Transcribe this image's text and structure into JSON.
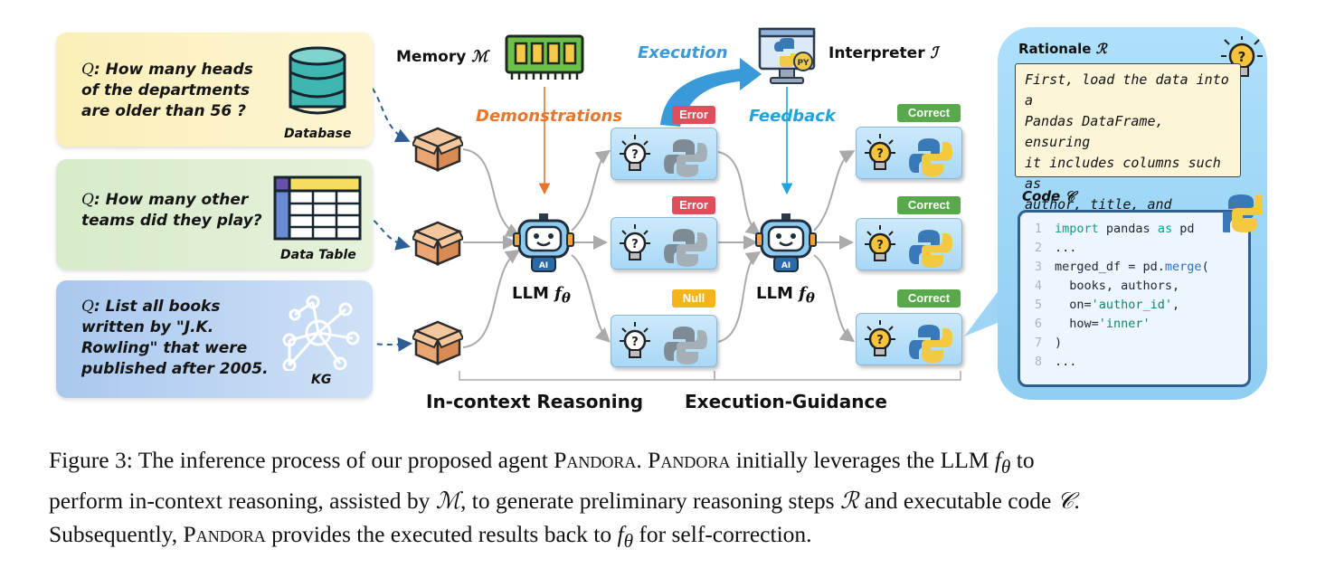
{
  "inputs": [
    {
      "question_prefix": "Q",
      "question_text": ": How many heads\nof the departments\nare older than 56 ?",
      "source_label": "Database"
    },
    {
      "question_prefix": "Q",
      "question_text": ": How many other\nteams did they play?",
      "source_label": "Data Table"
    },
    {
      "question_prefix": "Q",
      "question_text": ": List all books\nwritten by \"J.K.\nRowling\" that were\npublished after 2005.",
      "source_label": "KG"
    }
  ],
  "memory": {
    "label": "Memory",
    "symbol": "ℳ"
  },
  "interpreter": {
    "label": "Interpreter",
    "symbol": "ℐ",
    "badge": "PY"
  },
  "flow_labels": {
    "demonstrations": "Demonstrations",
    "execution": "Execution",
    "feedback": "Feedback"
  },
  "llm": {
    "label": "LLM",
    "symbol": "f",
    "subscript": "θ",
    "chip_text": "AI"
  },
  "stage1_badges": [
    "Error",
    "Error",
    "Null"
  ],
  "stage2_badges": [
    "Correct",
    "Correct",
    "Correct"
  ],
  "sections": {
    "in_context": "In-context Reasoning",
    "execution_guidance": "Execution-Guidance"
  },
  "rationale": {
    "title": "Rationale",
    "symbol": "ℛ",
    "text": "First, load the data into a\nPandas DataFrame, ensuring\nit includes columns such as\nauthor, title, and publication\nyear. Then, ..."
  },
  "code": {
    "title": "Code",
    "symbol": "𝒞",
    "lines": [
      {
        "num": "1",
        "tokens": [
          {
            "t": "import",
            "c": "kw"
          },
          {
            "t": " pandas ",
            "c": ""
          },
          {
            "t": "as",
            "c": "kw"
          },
          {
            "t": " pd",
            "c": ""
          }
        ]
      },
      {
        "num": "2",
        "tokens": [
          {
            "t": "...",
            "c": ""
          }
        ]
      },
      {
        "num": "3",
        "tokens": [
          {
            "t": "merged_df = pd.",
            "c": ""
          },
          {
            "t": "merge",
            "c": "fn"
          },
          {
            "t": "(",
            "c": ""
          }
        ]
      },
      {
        "num": "4",
        "tokens": [
          {
            "t": "  books, authors,",
            "c": ""
          }
        ]
      },
      {
        "num": "5",
        "tokens": [
          {
            "t": "  on=",
            "c": ""
          },
          {
            "t": "'author_id'",
            "c": "str"
          },
          {
            "t": ",",
            "c": ""
          }
        ]
      },
      {
        "num": "6",
        "tokens": [
          {
            "t": "  how=",
            "c": ""
          },
          {
            "t": "'inner'",
            "c": "str"
          }
        ]
      },
      {
        "num": "7",
        "tokens": [
          {
            "t": ")",
            "c": ""
          }
        ]
      },
      {
        "num": "8",
        "tokens": [
          {
            "t": "...",
            "c": ""
          }
        ]
      }
    ]
  },
  "caption": {
    "figure_label": "Figure 3:",
    "line1_a": " The inference process of our proposed agent ",
    "agent_name": "Pandora",
    "line1_b": ". ",
    "line1_c": " initially leverages the LLM ",
    "line1_d": " to",
    "line2_a": "perform in-context reasoning, assisted by ",
    "line2_b": ", to generate preliminary reasoning steps ",
    "line2_c": " and executable code ",
    "line2_d": ".",
    "line3_a": "Subsequently, ",
    "line3_b": " provides the executed results back to ",
    "line3_c": " for self-correction."
  },
  "colors": {
    "demonstrations": "#e6762a",
    "execution": "#3a9ad9",
    "feedback": "#1fa3d8",
    "error": "#e04e5b",
    "null": "#f3b519",
    "correct": "#5aa84c",
    "arrow_gray": "#aaaaaa"
  }
}
